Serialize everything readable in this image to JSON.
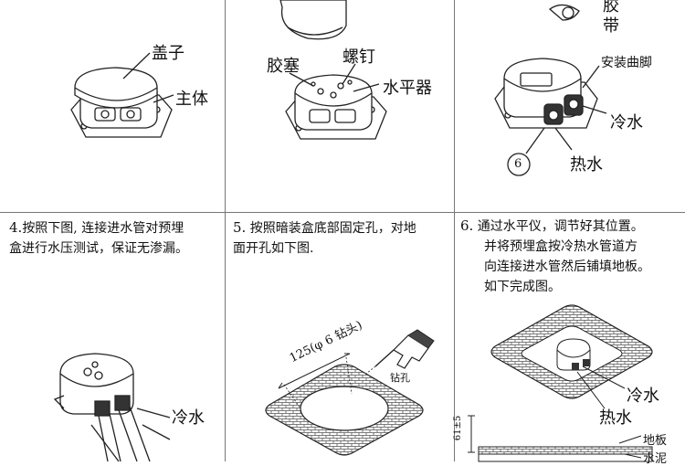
{
  "top": {
    "cell1": {
      "lid_label": "盖子",
      "body_label": "主体"
    },
    "cell2": {
      "plug_label": "胶塞",
      "screw_label": "螺钉",
      "level_label": "水平器"
    },
    "cell3": {
      "tape_label_1": "胶",
      "tape_label_2": "带",
      "elbow_label": "安装曲脚",
      "cold_label": "冷水",
      "hot_label": "热水",
      "callout_num": "6"
    }
  },
  "steps": [
    {
      "num": "4.",
      "line1": "按照下图, 连接进水管对预埋",
      "line2": "盒进行水压测试，保证无渗漏。",
      "cold_label": "冷水"
    },
    {
      "num": "5.",
      "line1": "按照暗装盒底部固定孔，对地",
      "line2": "面开孔如下图.",
      "dim_label": "125(φ 6 钻头)",
      "drill_label": "钻孔"
    },
    {
      "num": "6.",
      "line1": "通过水平仪，调节好其位置。",
      "line2": "并将预埋盒按冷热水管道方",
      "line3": "向连接进水管然后铺填地板。",
      "line4": "如下完成图。",
      "cold_label": "冷水",
      "hot_label": "热水",
      "floor_label": "地板",
      "cement_label": "水泥",
      "height_label": "61±5"
    }
  ]
}
